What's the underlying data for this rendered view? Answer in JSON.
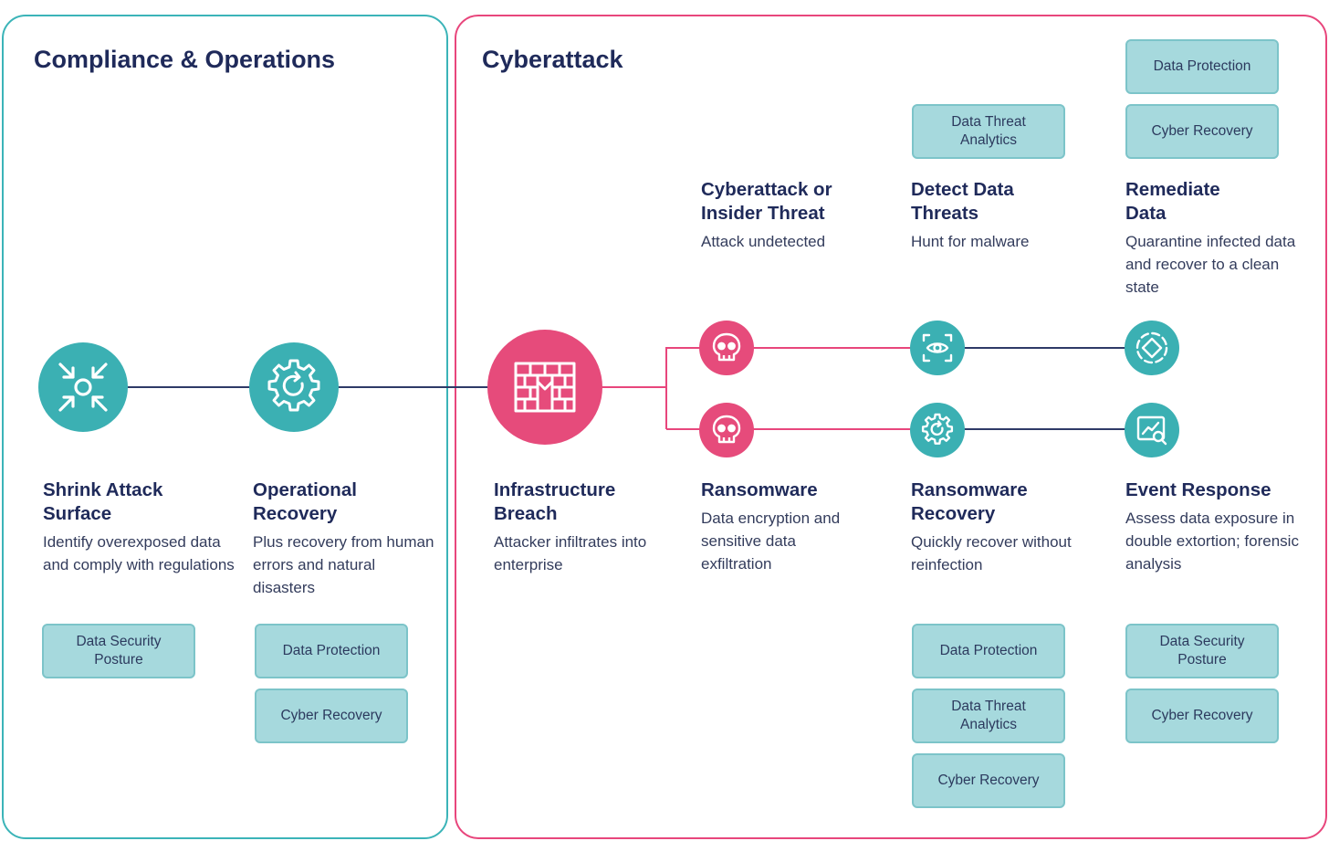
{
  "compliance": {
    "title": "Compliance & Operations",
    "stages": [
      {
        "title": "Shrink Attack Surface",
        "desc": "Identify overexposed data and comply with regulations",
        "icon": "shrink-arrows-icon",
        "tags": [
          "Data Security Posture"
        ]
      },
      {
        "title": "Operational Recovery",
        "desc": "Plus recovery from human errors and natural disasters",
        "icon": "gear-recovery-icon",
        "tags": [
          "Data Protection",
          "Cyber Recovery"
        ]
      }
    ]
  },
  "cyberattack": {
    "title": "Cyberattack",
    "breach": {
      "title": "Infrastructure Breach",
      "desc": "Attacker infiltrates into enterprise",
      "icon": "firewall-icon"
    },
    "top_path": [
      {
        "title": "Cyberattack or Insider Threat",
        "desc": "Attack undetected",
        "icon": "skull-icon",
        "tags": []
      },
      {
        "title": "Detect Data Threats",
        "desc": "Hunt for malware",
        "icon": "eye-scan-icon",
        "tags": [
          "Data Threat Analytics"
        ]
      },
      {
        "title": "Remediate Data",
        "desc": "Quarantine infected data and recover to a clean state",
        "icon": "diamond-target-icon",
        "tags": [
          "Cyber Recovery",
          "Data Protection"
        ]
      }
    ],
    "bottom_path": [
      {
        "title": "Ransomware",
        "desc": "Data encryption and sensitive data exfiltration",
        "icon": "skull-icon",
        "tags": []
      },
      {
        "title": "Ransomware Recovery",
        "desc": "Quickly recover without reinfection",
        "icon": "gear-recovery-icon",
        "tags": [
          "Data Protection",
          "Data Threat Analytics",
          "Cyber Recovery"
        ]
      },
      {
        "title": "Event Response",
        "desc": "Assess data exposure in double extortion; forensic analysis",
        "icon": "chart-search-icon",
        "tags": [
          "Data Security Posture",
          "Cyber Recovery"
        ]
      }
    ]
  },
  "colors": {
    "teal": "#3bb0b3",
    "pink": "#e64b7b",
    "navy": "#1f2a5a",
    "tag_fill": "#a6d9dd"
  }
}
